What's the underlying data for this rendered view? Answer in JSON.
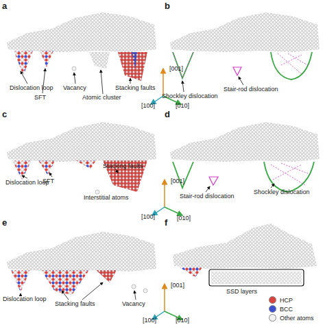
{
  "diagram": {
    "labels": [
      "a",
      "b",
      "c",
      "d",
      "e",
      "f",
      "Dislocation loop",
      "SFT",
      "Vacancy",
      "Atomic cluster",
      "Stacking faults",
      "[001]",
      "[100]",
      "[010]",
      "Shockley dislocation",
      "Stair-rod dislocation",
      "Dislocation loop",
      "SFT",
      "Stacking faults",
      "Interstitial atoms",
      "[001]",
      "[100]",
      "[010]",
      "Stair-rod dislocation",
      "Shockley dislocation",
      "Dislocation loop",
      "Stacking faults",
      "Vacancy",
      "[001]",
      "[100]",
      "[010]",
      "SSD layers"
    ],
    "legend": [
      {
        "text": "HCP",
        "color": "#d9443f"
      },
      {
        "text": "BCC",
        "color": "#3b4fcf"
      },
      {
        "text": "Other atoms",
        "color": "#f2f2f2"
      }
    ]
  }
}
